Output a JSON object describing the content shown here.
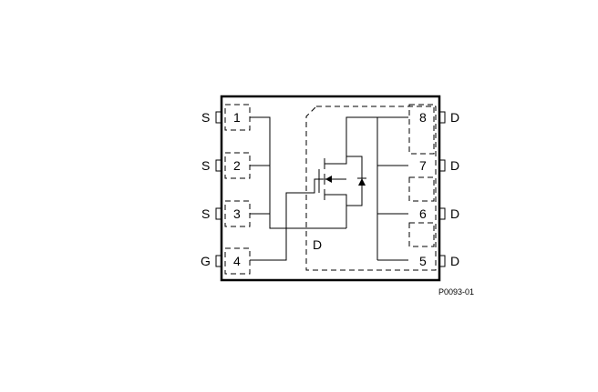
{
  "package": {
    "left_pins": [
      {
        "number": "1",
        "name": "S"
      },
      {
        "number": "2",
        "name": "S"
      },
      {
        "number": "3",
        "name": "S"
      },
      {
        "number": "4",
        "name": "G"
      }
    ],
    "right_pins": [
      {
        "number": "8",
        "name": "D"
      },
      {
        "number": "7",
        "name": "D"
      },
      {
        "number": "6",
        "name": "D"
      },
      {
        "number": "5",
        "name": "D"
      }
    ],
    "drain_pad_label": "D"
  },
  "figure_ref": "P0093-01"
}
